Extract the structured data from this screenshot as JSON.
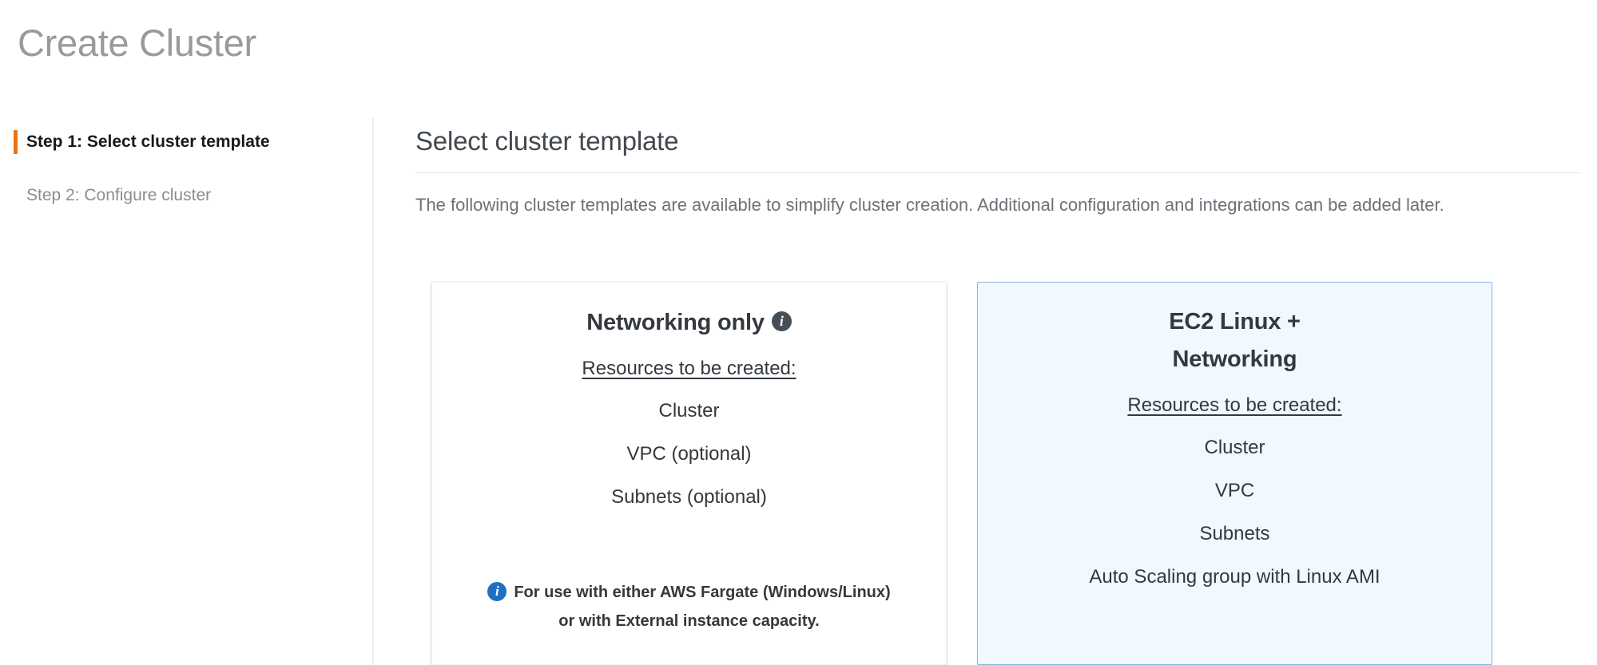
{
  "page": {
    "title": "Create Cluster"
  },
  "wizard": {
    "steps": [
      {
        "label": "Step 1: Select cluster template",
        "state": "active"
      },
      {
        "label": "Step 2: Configure cluster",
        "state": "inactive"
      }
    ]
  },
  "main": {
    "section_title": "Select cluster template",
    "description": "The following cluster templates are available to simplify cluster creation. Additional configuration and integrations can be added later.",
    "cards": [
      {
        "title": "Networking only",
        "title_icon": "info-icon",
        "selected": false,
        "resources_label": "Resources to be created:",
        "resources": [
          "Cluster",
          "VPC (optional)",
          "Subnets (optional)"
        ],
        "footnote_icon": "info-icon",
        "footnote_line_1": "For use with either AWS Fargate (Windows/Linux)",
        "footnote_line_2": "or with External instance capacity."
      },
      {
        "title_line_1": "EC2 Linux +",
        "title_line_2": "Networking",
        "selected": true,
        "resources_label": "Resources to be created:",
        "resources": [
          "Cluster",
          "VPC",
          "Subnets",
          "Auto Scaling group with Linux AMI"
        ]
      }
    ]
  },
  "colors": {
    "accent_orange": "#ec7211",
    "selected_card_bg": "#f1f8fe",
    "selected_card_border": "#8cb6dd",
    "info_blue": "#1f6fc4",
    "title_gray": "#9a9a9a"
  }
}
